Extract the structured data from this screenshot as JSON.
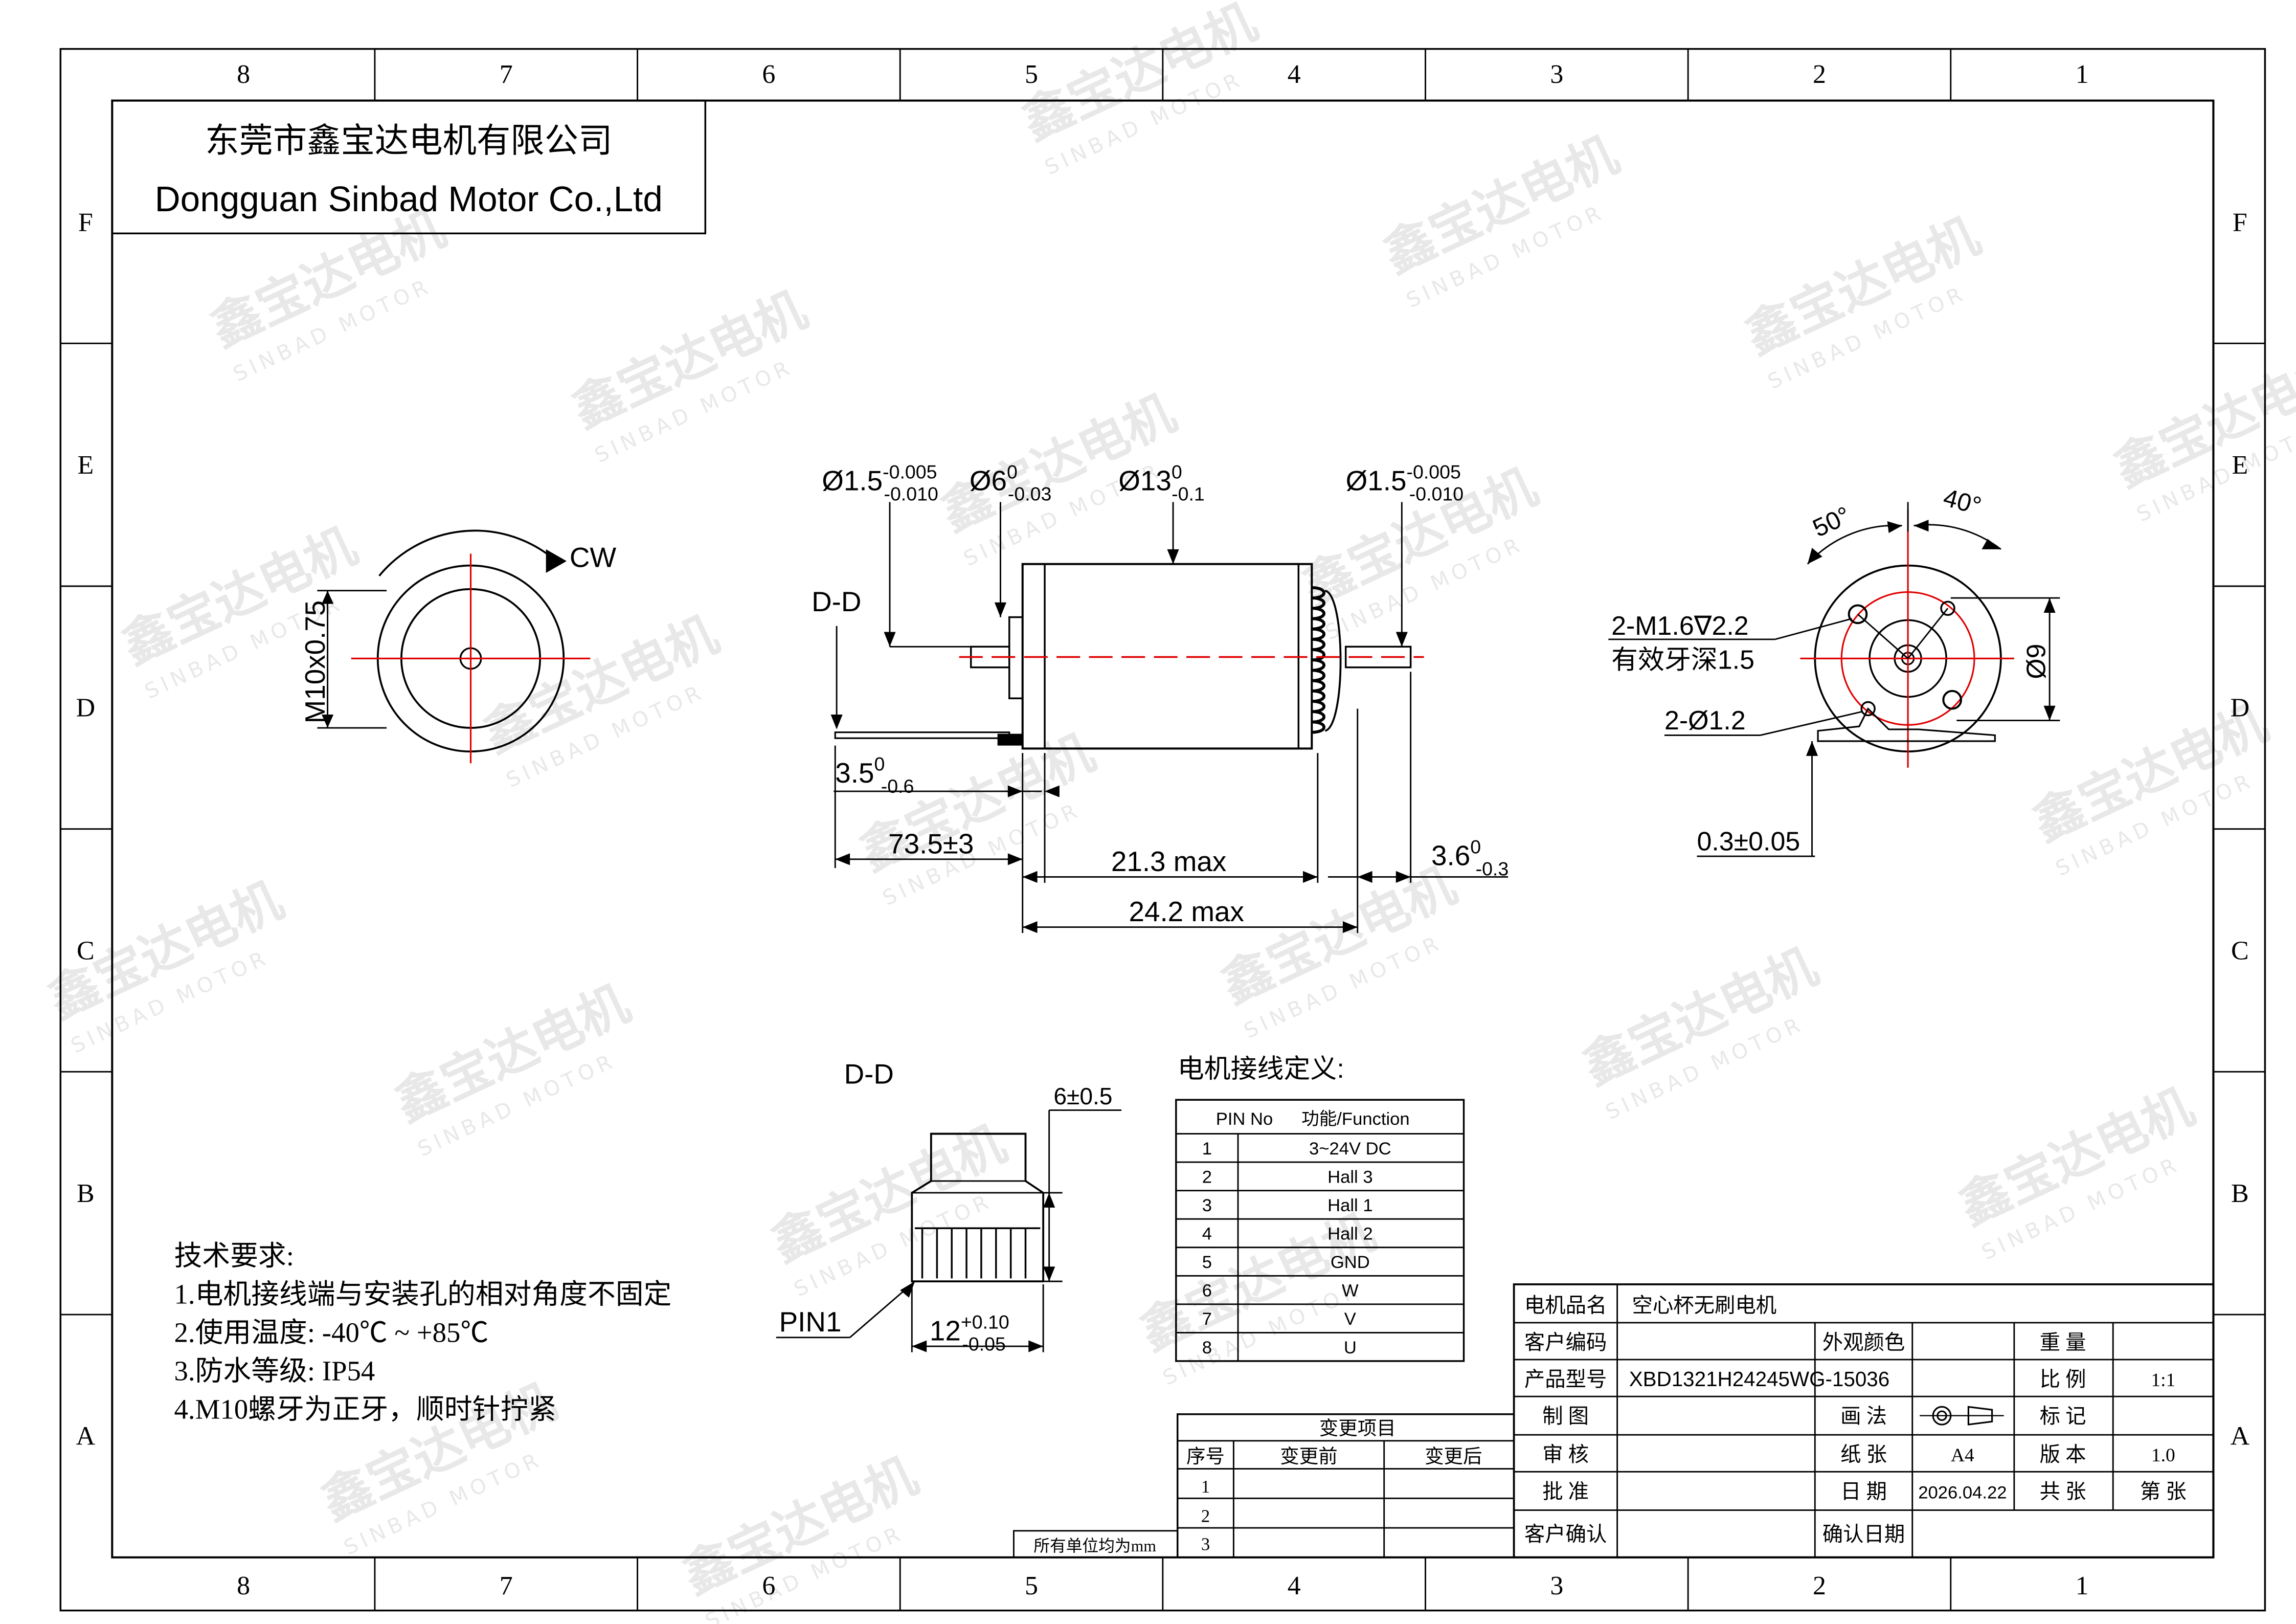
{
  "frame": {
    "col_labels": [
      "8",
      "7",
      "6",
      "5",
      "4",
      "3",
      "2",
      "1"
    ],
    "row_labels": [
      "F",
      "E",
      "D",
      "C",
      "B",
      "A"
    ]
  },
  "company": {
    "name_cn": "东莞市鑫宝达电机有限公司",
    "name_en": "Dongguan Sinbad Motor Co.,Ltd"
  },
  "watermark": {
    "cn": "鑫宝达电机",
    "en": "SINBAD MOTOR"
  },
  "front_view": {
    "thread": "M10x0.75",
    "rotation": "CW"
  },
  "side_view": {
    "section_marker": "D-D",
    "dims": {
      "shaft_left": "Ø1.5-0.005/-0.010",
      "boss": "Ø6 0/-0.03",
      "body": "Ø13 0/-0.1",
      "shaft_right": "Ø1.5-0.005/-0.010",
      "pin_offset": "3.5 0/-0.6",
      "lead_length": "73.5±3",
      "body_length": "21.3 max",
      "shaft_extension": "3.6 0/-0.3",
      "total_length": "24.2 max"
    }
  },
  "end_view": {
    "angle_a": "50°",
    "angle_b": "40°",
    "tapped_holes": "2-M1.6∇2.2",
    "tapped_note": "有效牙深1.5",
    "through_holes": "2-Ø1.2",
    "hole_circle": "Ø9",
    "plate_thickness": "0.3±0.05"
  },
  "section_view": {
    "title": "D-D",
    "pitch": "6±0.5",
    "width": "12+0.10/-0.05",
    "pin1": "PIN1"
  },
  "pin_table": {
    "title": "电机接线定义:",
    "headers": [
      "PIN No",
      "功能/Function"
    ],
    "rows": [
      [
        "1",
        "3~24V DC"
      ],
      [
        "2",
        "Hall 3"
      ],
      [
        "3",
        "Hall 1"
      ],
      [
        "4",
        "Hall 2"
      ],
      [
        "5",
        "GND"
      ],
      [
        "6",
        "W"
      ],
      [
        "7",
        "V"
      ],
      [
        "8",
        "U"
      ]
    ]
  },
  "tech_requirements": {
    "title": "技术要求:",
    "items": [
      "1.电机接线端与安装孔的相对角度不固定",
      "2.使用温度: -40℃ ~ +85℃",
      "3.防水等级: IP54",
      "4.M10螺牙为正牙，顺时针拧紧"
    ]
  },
  "change_table": {
    "title": "变更项目",
    "headers": [
      "序号",
      "变更前",
      "变更后"
    ],
    "rows": [
      "1",
      "2",
      "3"
    ],
    "units_note": "所有单位均为mm"
  },
  "title_block": {
    "motor_name_label": "电机品名",
    "motor_name": "空心杯无刷电机",
    "customer_code_label": "客户编码",
    "appearance_color_label": "外观颜色",
    "weight_label": "重   量",
    "product_model_label": "产品型号",
    "product_model": "XBD1321H24245WG-15036",
    "scale_label": "比   例",
    "scale": "1:1",
    "drawn_label": "制   图",
    "projection_label": "画   法",
    "mark_label": "标   记",
    "checked_label": "审   核",
    "paper_label": "纸   张",
    "paper": "A4",
    "version_label": "版   本",
    "version": "1.0",
    "approved_label": "批   准",
    "date_label": "日   期",
    "date": "2026.04.22",
    "total_sheets": "共   张",
    "sheet_no": "第   张",
    "customer_confirm_label": "客户确认",
    "confirm_date_label": "确认日期"
  }
}
